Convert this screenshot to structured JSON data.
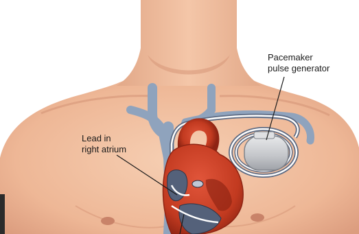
{
  "labels": {
    "generator_line1": "Pacemaker",
    "generator_line2": "pulse generator",
    "lead_line1": "Lead in",
    "lead_line2": "right atrium"
  },
  "colors": {
    "skin": "#f1c2a3",
    "skin_shadow": "#d89a7c",
    "vein": "#8fa3bd",
    "heart": "#c9391f",
    "heart_dark": "#8e2413",
    "chamber": "#54617a",
    "lead_wire": "#ffffff",
    "device": "#c6c8cc",
    "label_text": "#1a1a1a"
  }
}
